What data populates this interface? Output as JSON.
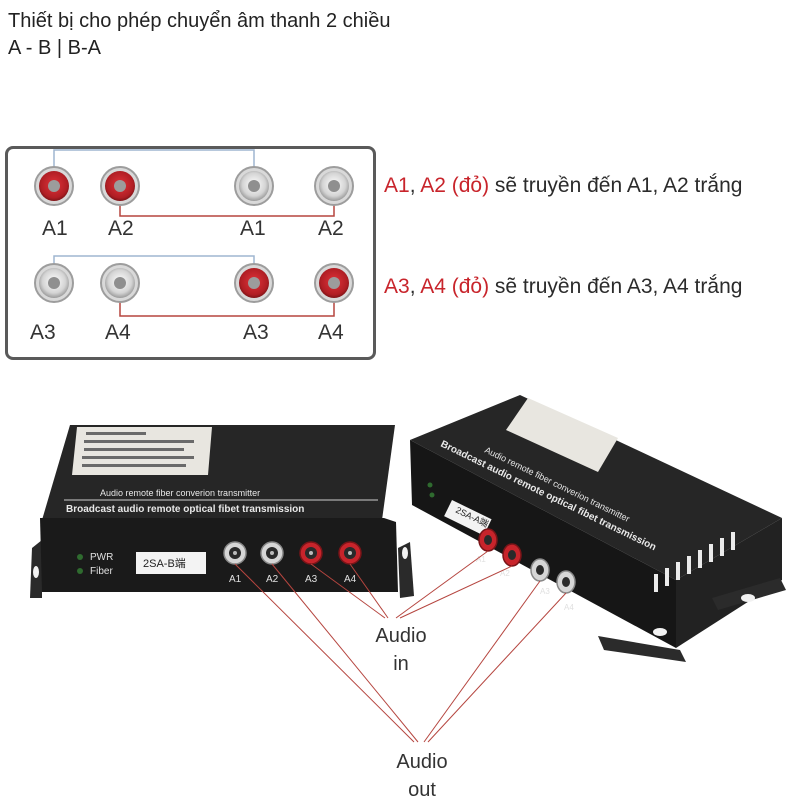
{
  "title": {
    "line1": "Thiết bị cho phép chuyển âm thanh 2 chiều",
    "line2": "A - B | B-A"
  },
  "jack_diagram": {
    "row1": {
      "labels": [
        "A1",
        "A2",
        "A1",
        "A2"
      ],
      "note_red_a": "A1",
      "note_sep": ", ",
      "note_red_b": "A2 (đỏ)",
      "note_rest": " sẽ truyền đến A1, A2 trắng"
    },
    "row2": {
      "labels": [
        "A3",
        "A4",
        "A3",
        "A4"
      ],
      "note_red_a": "A3",
      "note_sep": ", ",
      "note_red_b": "A4 (đỏ)",
      "note_rest": " sẽ truyền đến A3, A4 trắng"
    }
  },
  "device_left": {
    "panel_title": "Audio remote fiber converion transmitter",
    "panel_subtitle": "Broadcast audio remote optical fibet transmission",
    "led_pwr": "PWR",
    "led_fiber": "Fiber",
    "model_label": "2SA-B端",
    "ports": [
      "A1",
      "A2",
      "A3",
      "A4"
    ]
  },
  "device_right": {
    "panel_title": "Audio remote fiber converion transmitter",
    "panel_subtitle": "Broadcast audio remote optical fibet transmission",
    "model_label": "2SA-A端",
    "ports": [
      "A1",
      "A2",
      "A3",
      "A4"
    ]
  },
  "callouts": {
    "audio_in": [
      "Audio",
      "in"
    ],
    "audio_out": [
      "Audio",
      "out"
    ]
  },
  "colors": {
    "red_jack": "#c8242b",
    "white_jack": "#d8d8d8",
    "link_line_blue": "#9fb6d0",
    "link_line_red": "#b5453f",
    "device_body": "#1e1e1e"
  }
}
